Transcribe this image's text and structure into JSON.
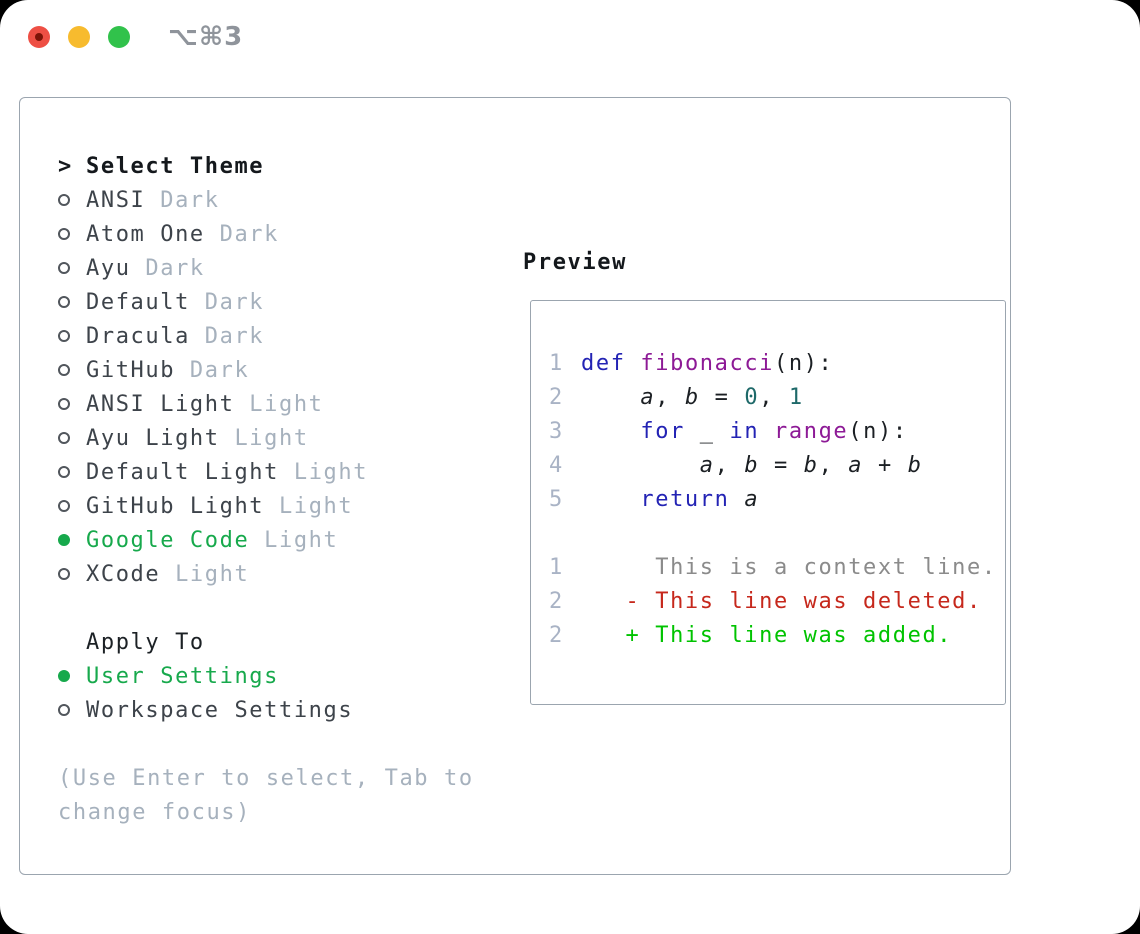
{
  "window": {
    "title_shortcut": "⌥⌘3"
  },
  "colors": {
    "selection_green": "#17a94c",
    "diff_added_green": "#00c300",
    "diff_deleted_red": "#c6281c",
    "keyword_blue": "#2323b4",
    "function_purple": "#8d1a96",
    "number_teal": "#1e6969",
    "muted_gray": "#a6b1bd",
    "panel_border": "#9ba5af"
  },
  "left_panel": {
    "header": {
      "prefix": ">",
      "label": "Select Theme"
    },
    "themes": [
      {
        "name": "ANSI",
        "variant": "Dark",
        "selected": false
      },
      {
        "name": "Atom One",
        "variant": "Dark",
        "selected": false
      },
      {
        "name": "Ayu",
        "variant": "Dark",
        "selected": false
      },
      {
        "name": "Default",
        "variant": "Dark",
        "selected": false
      },
      {
        "name": "Dracula",
        "variant": "Dark",
        "selected": false
      },
      {
        "name": "GitHub",
        "variant": "Dark",
        "selected": false
      },
      {
        "name": "ANSI Light",
        "variant": "Light",
        "selected": false
      },
      {
        "name": "Ayu Light",
        "variant": "Light",
        "selected": false
      },
      {
        "name": "Default Light",
        "variant": "Light",
        "selected": false
      },
      {
        "name": "GitHub Light",
        "variant": "Light",
        "selected": false
      },
      {
        "name": "Google Code",
        "variant": "Light",
        "selected": true
      },
      {
        "name": "XCode",
        "variant": "Light",
        "selected": false
      }
    ],
    "apply_to": {
      "label": "Apply To",
      "options": [
        {
          "name": "User Settings",
          "selected": true
        },
        {
          "name": "Workspace Settings",
          "selected": false
        }
      ]
    },
    "help_lines": [
      "(Use Enter to select, Tab to",
      "change focus)"
    ]
  },
  "preview": {
    "label": "Preview",
    "lines": [
      {
        "num": "1",
        "tokens": [
          [
            "kw",
            "def"
          ],
          [
            "pl",
            " "
          ],
          [
            "fn",
            "fibonacci"
          ],
          [
            "pl",
            "(n):"
          ]
        ]
      },
      {
        "num": "2",
        "tokens": [
          [
            "pl",
            "    "
          ],
          [
            "var",
            "a"
          ],
          [
            "pl",
            ", "
          ],
          [
            "var",
            "b"
          ],
          [
            "pl",
            " = "
          ],
          [
            "num",
            "0"
          ],
          [
            "pl",
            ", "
          ],
          [
            "num",
            "1"
          ]
        ]
      },
      {
        "num": "3",
        "tokens": [
          [
            "pl",
            "    "
          ],
          [
            "kw",
            "for"
          ],
          [
            "pl",
            " _ "
          ],
          [
            "kw",
            "in"
          ],
          [
            "pl",
            " "
          ],
          [
            "fn",
            "range"
          ],
          [
            "pl",
            "(n):"
          ]
        ]
      },
      {
        "num": "4",
        "tokens": [
          [
            "pl",
            "        "
          ],
          [
            "var",
            "a"
          ],
          [
            "pl",
            ", "
          ],
          [
            "var",
            "b"
          ],
          [
            "pl",
            " = "
          ],
          [
            "var",
            "b"
          ],
          [
            "pl",
            ", "
          ],
          [
            "var",
            "a"
          ],
          [
            "pl",
            " + "
          ],
          [
            "var",
            "b"
          ]
        ]
      },
      {
        "num": "5",
        "tokens": [
          [
            "pl",
            "    "
          ],
          [
            "kw",
            "return"
          ],
          [
            "pl",
            " "
          ],
          [
            "var",
            "a"
          ]
        ]
      },
      {
        "num": "",
        "tokens": []
      },
      {
        "num": "1",
        "tokens": [
          [
            "ctx",
            "     This is a context line."
          ]
        ]
      },
      {
        "num": "2",
        "tokens": [
          [
            "del",
            "   - This line was deleted."
          ]
        ]
      },
      {
        "num": "2",
        "tokens": [
          [
            "add",
            "   + This line was added."
          ]
        ]
      }
    ]
  }
}
